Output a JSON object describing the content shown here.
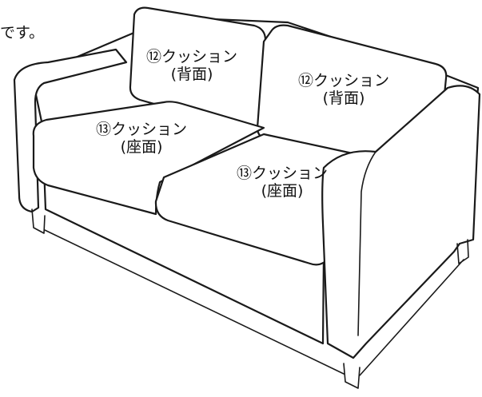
{
  "caption": "です。",
  "labels": {
    "back_left": {
      "line1": "⑫クッション",
      "line2": "(背面)"
    },
    "back_right": {
      "line1": "⑫クッション",
      "line2": "(背面)"
    },
    "seat_left": {
      "line1": "⑬クッション",
      "line2": "(座面)"
    },
    "seat_right": {
      "line1": "⑬クッション",
      "line2": "(座面)"
    }
  }
}
